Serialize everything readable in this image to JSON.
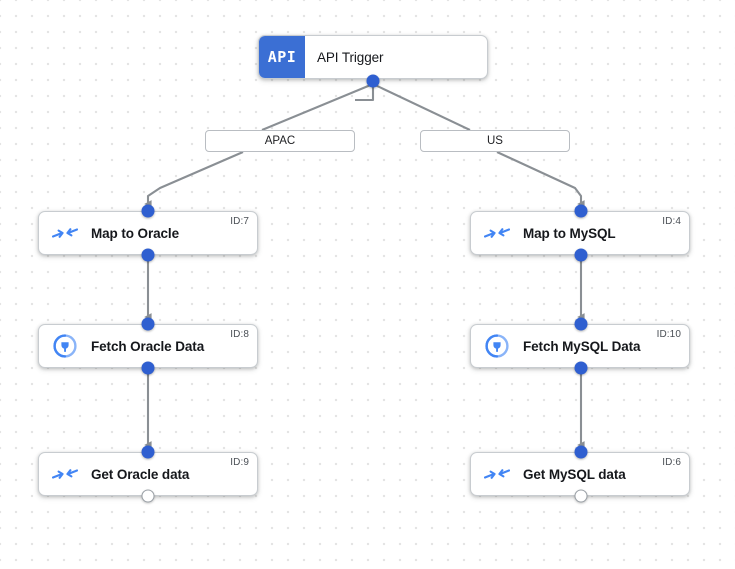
{
  "canvas": {
    "background_color": "#ffffff",
    "grid_dot_color": "#e3e3e3",
    "edge_color": "#8a8f94",
    "accent_color": "#2f5fd0",
    "badge_color": "#3b6fd4"
  },
  "trigger": {
    "badge_text": "API",
    "label": "API Trigger",
    "icon": "api-badge-icon"
  },
  "branches": [
    {
      "label": "APAC",
      "name": "branch-label-apac"
    },
    {
      "label": "US",
      "name": "branch-label-us"
    }
  ],
  "nodes": [
    {
      "label": "Map to Oracle",
      "id_text": "ID:7",
      "icon": "merge-arrows-icon",
      "input_port": "filled",
      "output_port": "filled"
    },
    {
      "label": "Fetch Oracle Data",
      "id_text": "ID:8",
      "icon": "database-plug-icon",
      "input_port": "filled",
      "output_port": "filled"
    },
    {
      "label": "Get Oracle data",
      "id_text": "ID:9",
      "icon": "merge-arrows-icon",
      "input_port": "filled",
      "output_port": "hollow"
    },
    {
      "label": "Map to MySQL",
      "id_text": "ID:4",
      "icon": "merge-arrows-icon",
      "input_port": "filled",
      "output_port": "filled"
    },
    {
      "label": "Fetch MySQL Data",
      "id_text": "ID:10",
      "icon": "database-plug-icon",
      "input_port": "filled",
      "output_port": "filled"
    },
    {
      "label": "Get MySQL data",
      "id_text": "ID:6",
      "icon": "merge-arrows-icon",
      "input_port": "filled",
      "output_port": "hollow"
    }
  ]
}
